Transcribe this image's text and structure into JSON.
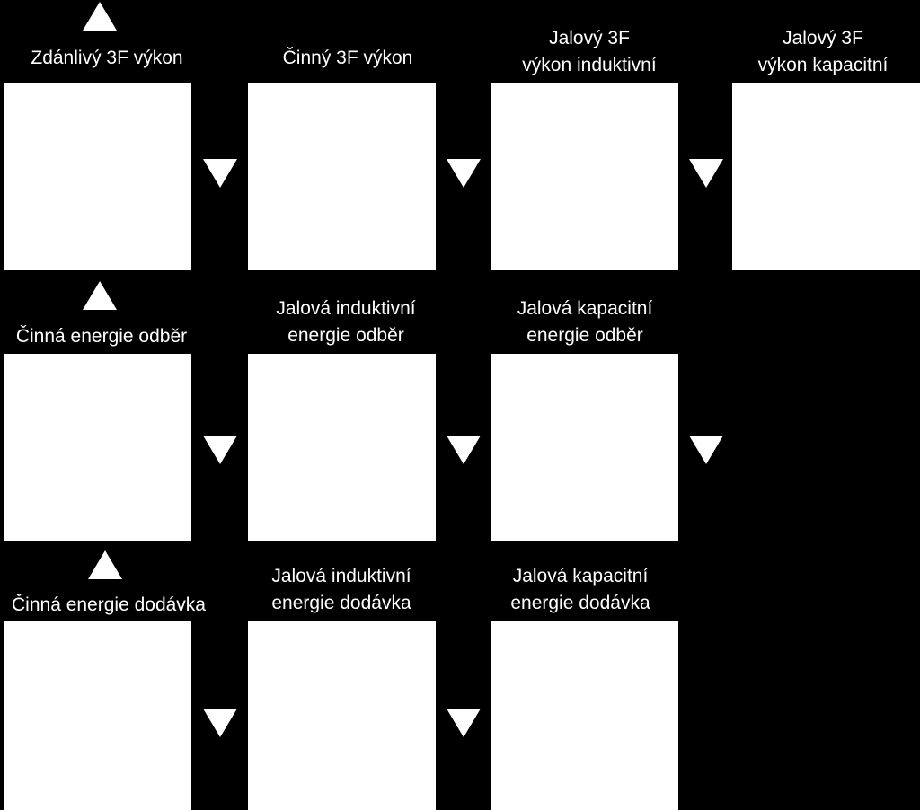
{
  "rows": [
    {
      "up_arrow": "up-triangle-icon",
      "panels": [
        {
          "lines": [
            "Zdánlivý 3F výkon"
          ]
        },
        {
          "lines": [
            "Činný 3F výkon"
          ]
        },
        {
          "lines": [
            "Jalový 3F",
            "výkon induktivní"
          ]
        },
        {
          "lines": [
            "Jalový 3F",
            "výkon kapacitní"
          ]
        }
      ]
    },
    {
      "up_arrow": "up-triangle-icon",
      "panels": [
        {
          "lines": [
            "Činná energie odběr"
          ]
        },
        {
          "lines": [
            "Jalová induktivní",
            "energie odběr"
          ]
        },
        {
          "lines": [
            "Jalová kapacitní",
            "energie odběr"
          ]
        }
      ]
    },
    {
      "up_arrow": "up-triangle-icon",
      "panels": [
        {
          "lines": [
            "Činná energie dodávka"
          ]
        },
        {
          "lines": [
            "Jalová induktivní",
            "energie dodávka"
          ]
        },
        {
          "lines": [
            "Jalová kapacitní",
            "energie dodávka"
          ]
        }
      ]
    }
  ],
  "colors": {
    "background": "#000000",
    "foreground": "#ffffff"
  }
}
